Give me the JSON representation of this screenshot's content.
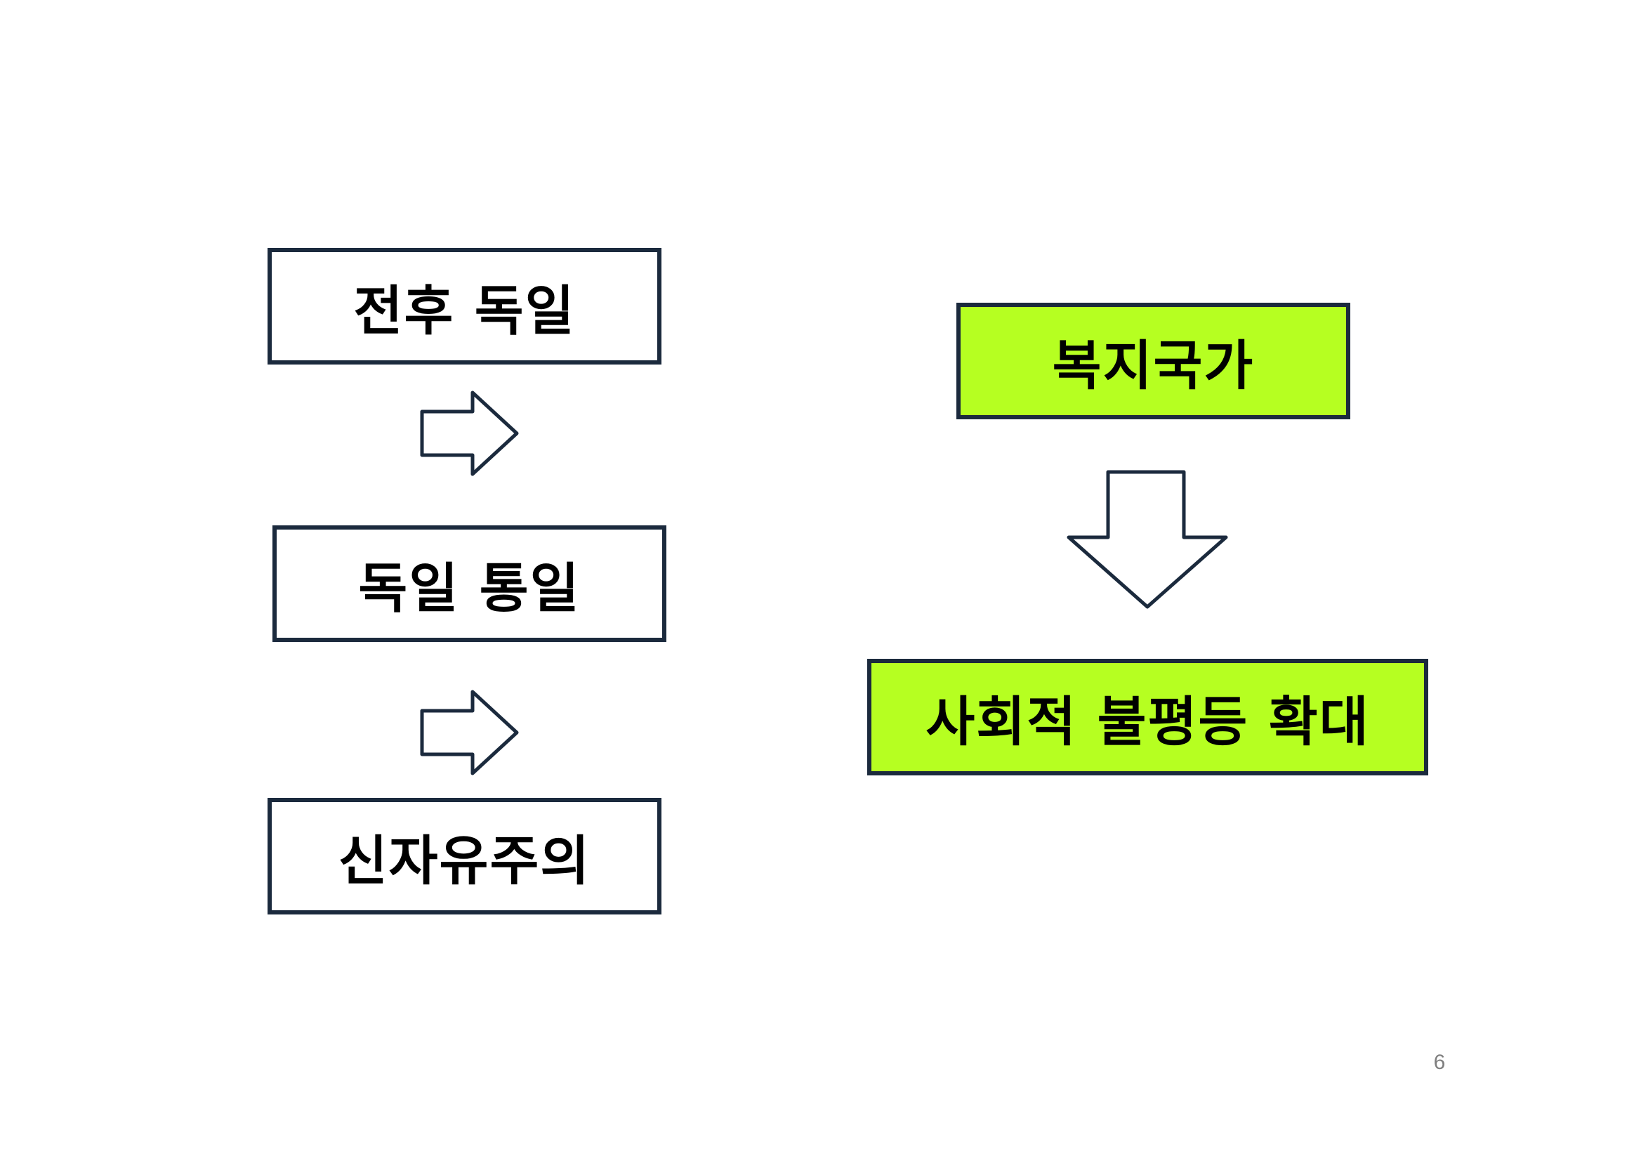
{
  "diagram": {
    "left_flow": [
      {
        "label": "전후 독일"
      },
      {
        "label": "독일 통일"
      },
      {
        "label": "신자유주의"
      }
    ],
    "right_flow": [
      {
        "label": "복지국가"
      },
      {
        "label": "사회적 불평등 확대"
      }
    ]
  },
  "page": {
    "number": "6"
  },
  "colors": {
    "border": "#1b2a3d",
    "highlight_fill": "#b6ff21",
    "box_fill": "#ffffff",
    "page_number": "#7f7f7f"
  },
  "icons": {
    "right_arrow": "outline-right-arrow-icon",
    "down_arrow": "outline-down-arrow-icon"
  }
}
